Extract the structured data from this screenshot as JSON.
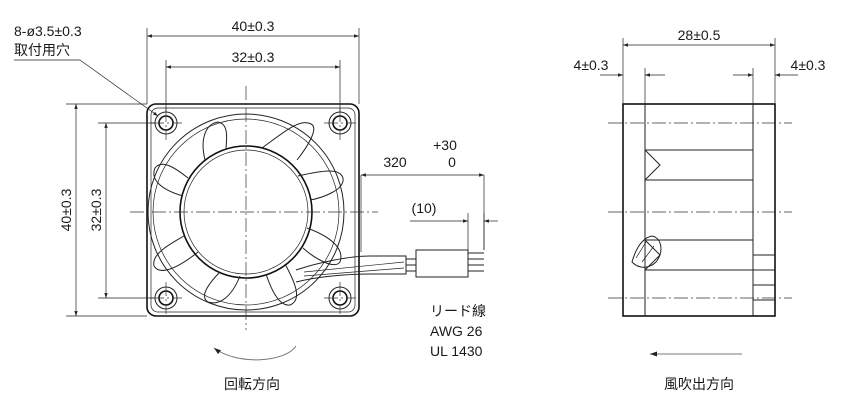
{
  "front_view": {
    "hole_callout_line1": "8-ø3.5±0.3",
    "hole_callout_line2": "取付用穴",
    "width_outer": "40±0.3",
    "width_pitch": "32±0.3",
    "height_outer": "40±0.3",
    "height_pitch": "32±0.3",
    "lead_length": "320",
    "lead_tol_plus": "+30",
    "lead_tol_minus": "0",
    "strip_length": "(10)",
    "lead_wire_line1": "リード線",
    "lead_wire_line2": "AWG 26",
    "lead_wire_line3": "UL 1430",
    "rotation_label": "回転方向"
  },
  "side_view": {
    "depth": "28±0.5",
    "flange_left": "4±0.3",
    "flange_right": "4±0.3",
    "airflow_label": "風吹出方向"
  }
}
